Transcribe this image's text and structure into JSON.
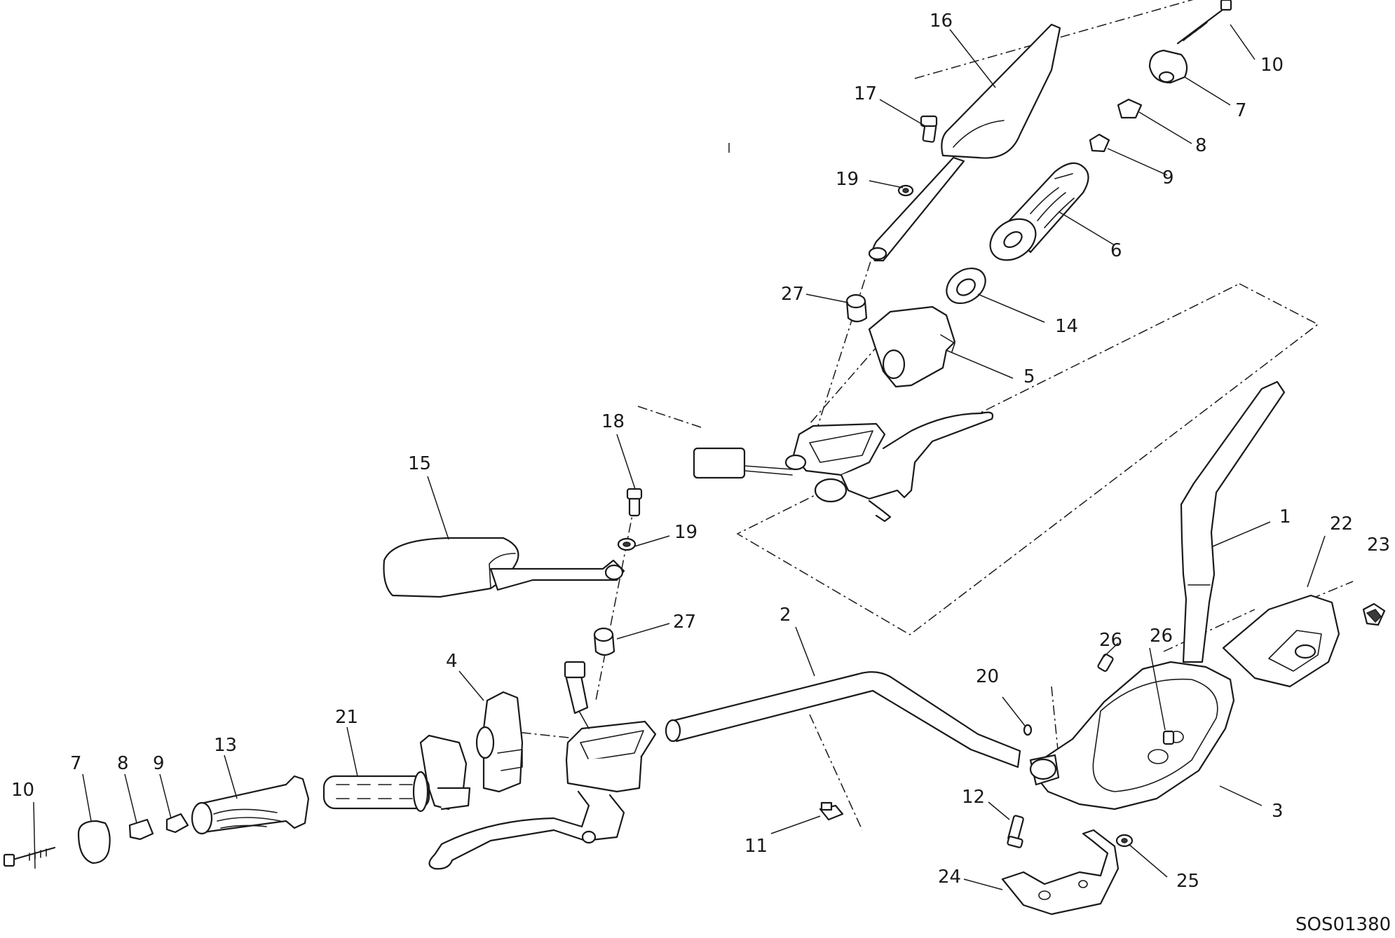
{
  "drawing_code": "SOS01380",
  "callouts": [
    {
      "id": "c16",
      "text": "16"
    },
    {
      "id": "c10a",
      "text": "10"
    },
    {
      "id": "c7a",
      "text": "7"
    },
    {
      "id": "c17",
      "text": "17"
    },
    {
      "id": "c8a",
      "text": "8"
    },
    {
      "id": "c19a",
      "text": "19"
    },
    {
      "id": "c9a",
      "text": "9"
    },
    {
      "id": "c6",
      "text": "6"
    },
    {
      "id": "c27a",
      "text": "27"
    },
    {
      "id": "c14",
      "text": "14"
    },
    {
      "id": "c5",
      "text": "5"
    },
    {
      "id": "c18",
      "text": "18"
    },
    {
      "id": "c15",
      "text": "15"
    },
    {
      "id": "c19b",
      "text": "19"
    },
    {
      "id": "c1",
      "text": "1"
    },
    {
      "id": "c22",
      "text": "22"
    },
    {
      "id": "c23",
      "text": "23"
    },
    {
      "id": "c27b",
      "text": "27"
    },
    {
      "id": "c2",
      "text": "2"
    },
    {
      "id": "c26a",
      "text": "26"
    },
    {
      "id": "c26b",
      "text": "26"
    },
    {
      "id": "c4",
      "text": "4"
    },
    {
      "id": "c20",
      "text": "20"
    },
    {
      "id": "c21",
      "text": "21"
    },
    {
      "id": "c13",
      "text": "13"
    },
    {
      "id": "c7b",
      "text": "7"
    },
    {
      "id": "c8b",
      "text": "8"
    },
    {
      "id": "c9b",
      "text": "9"
    },
    {
      "id": "c10b",
      "text": "10"
    },
    {
      "id": "c12",
      "text": "12"
    },
    {
      "id": "c3",
      "text": "3"
    },
    {
      "id": "c11",
      "text": "11"
    },
    {
      "id": "c24",
      "text": "24"
    },
    {
      "id": "c25",
      "text": "25"
    }
  ]
}
